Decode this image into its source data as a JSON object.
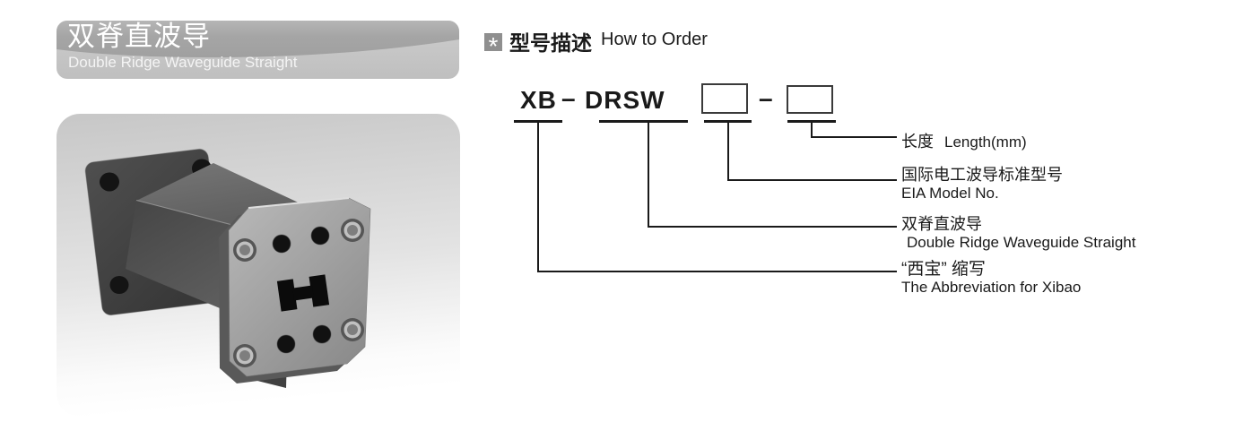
{
  "banner": {
    "title_zh": "双脊直波导",
    "subtitle_en": "Double Ridge Waveguide Straight"
  },
  "section_header": {
    "bullet_icon": "asterisk-icon",
    "bullet_glyph": "*",
    "title_zh": "型号描述",
    "title_en": "How to Order"
  },
  "order_code": {
    "prefix": "XB",
    "dash1": "–",
    "series": "DRSW",
    "box1_value": "",
    "dash2": "–",
    "box2_value": ""
  },
  "order_tree": {
    "labels": [
      {
        "code_part": "length-box",
        "zh": "长度",
        "en": "Length(mm)"
      },
      {
        "code_part": "eia-model-box",
        "zh": "国际电工波导标准型号",
        "en": "EIA Model No."
      },
      {
        "code_part": "DRSW",
        "zh": "双脊直波导",
        "en": "Double Ridge Waveguide Straight"
      },
      {
        "code_part": "XB",
        "zh": "“西宝” 缩写",
        "en": "The Abbreviation for Xibao"
      }
    ]
  },
  "photo": {
    "subject": "double-ridge-waveguide-straight"
  },
  "colors": {
    "banner_dark": "#a5a5a5",
    "banner_light": "#c6c6c6",
    "text": "#1a1a1a",
    "line": "#1a1a1a",
    "photo_bg_top": "#c7c7c7",
    "flange_gray": "#9a9a9a",
    "rear_flange_dark": "#424242"
  }
}
